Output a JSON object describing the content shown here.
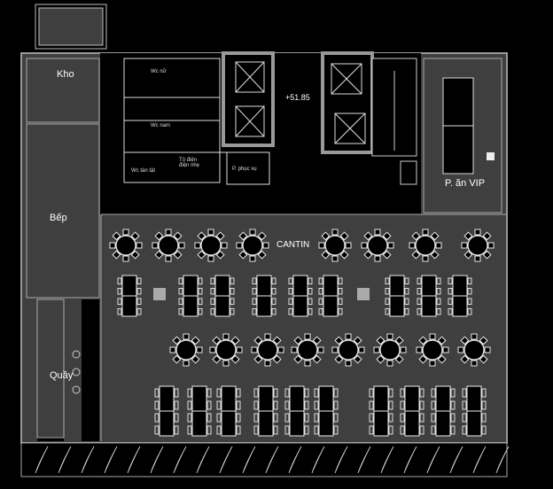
{
  "rooms": {
    "kho": "Kho",
    "bep": "Bếp",
    "quay": "Quầy",
    "wc_nu": "Wc nữ",
    "wc_nam": "Wc nam",
    "wc_tan_tat": "Wc tàn tật",
    "tu_dien": "Tủ điện điện nhẹ",
    "phong_phuc_vu": "P. phục vụ",
    "cantin": "CANTIN",
    "vip": "P. ăn VIP"
  },
  "level_mark": "+51.85",
  "colors": {
    "background": "#000000",
    "floor": "#3f3f3f",
    "wall": "#9a9a9a",
    "line": "#e0e0e0"
  }
}
